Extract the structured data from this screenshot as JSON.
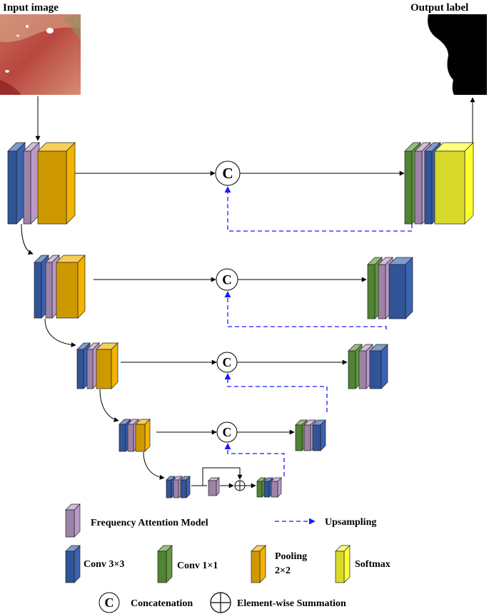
{
  "labels": {
    "input_image": "Input image",
    "output_label": "Output label"
  },
  "legend": {
    "frequency_attention": "Frequency Attention Model",
    "upsampling": "Upsampling",
    "conv3": "Conv 3×3",
    "conv1": "Conv 1×1",
    "pooling_line1": "Pooling",
    "pooling_line2": "2×2",
    "softmax": "Softmax",
    "concatenation": "Concatenation",
    "summation": "Element-wise Summation"
  },
  "concat_symbol": "C",
  "colors": {
    "conv3": "#3a63b1",
    "conv1": "#5f9a3d",
    "attention": "#b99ac6",
    "pooling": "#f2b400",
    "softmax": "#ffff33",
    "upsampling": "#1a1aff"
  }
}
